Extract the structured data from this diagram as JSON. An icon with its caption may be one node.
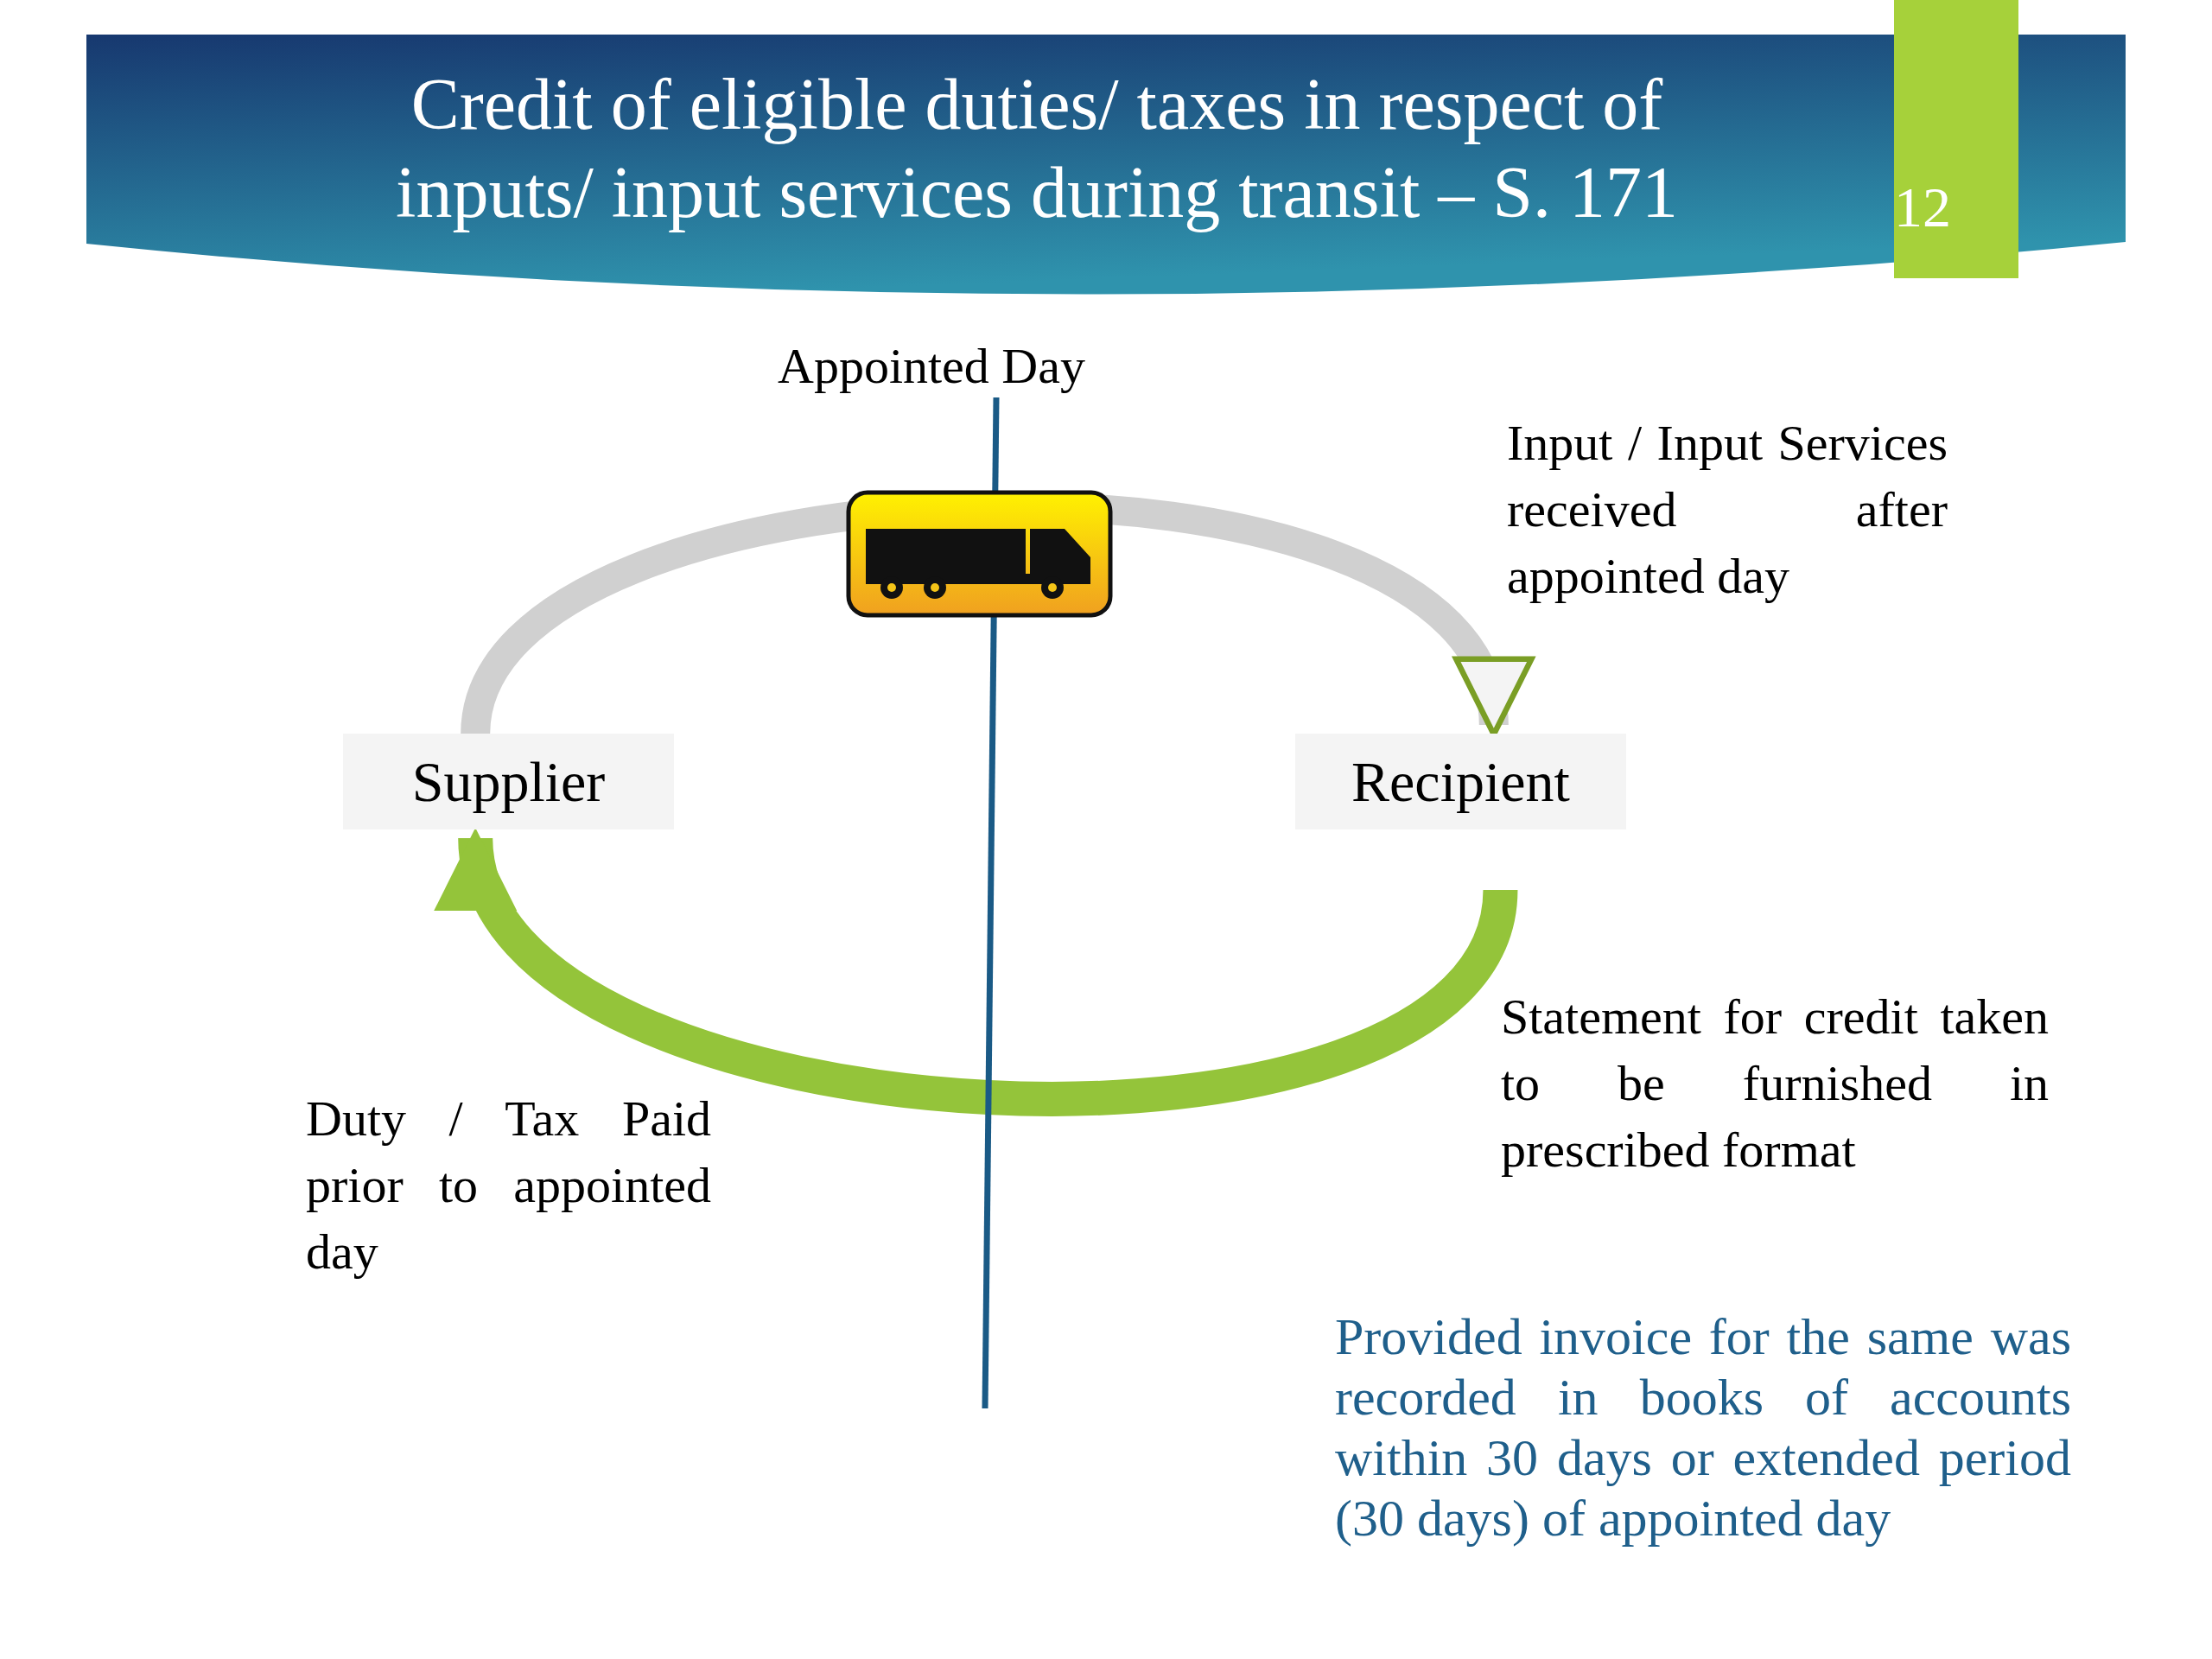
{
  "diagram": {
    "title": "Credit of eligible duties/ taxes in respect of inputs/ input services during transit – S. 171",
    "nodes": [
      {
        "text": [
          "Supplier"
        ]
      },
      {
        "text": [
          "Recipient"
        ]
      }
    ],
    "edges": [
      {
        "from": 0,
        "to": 1,
        "arrow": "to",
        "color": "#d0d0d0"
      },
      {
        "from": 1,
        "to": 0,
        "arrow": "to",
        "color": "#94c43a"
      }
    ],
    "labels": [
      "12",
      "Appointed Day",
      "Input / Input Services received after appointed day",
      "Statement for credit taken to be furnished in prescribed format",
      "Duty / Tax Paid prior to appointed day",
      "Provided invoice for the same was recorded in books of accounts within 30 days or extended period (30 days) of appointed day"
    ]
  }
}
